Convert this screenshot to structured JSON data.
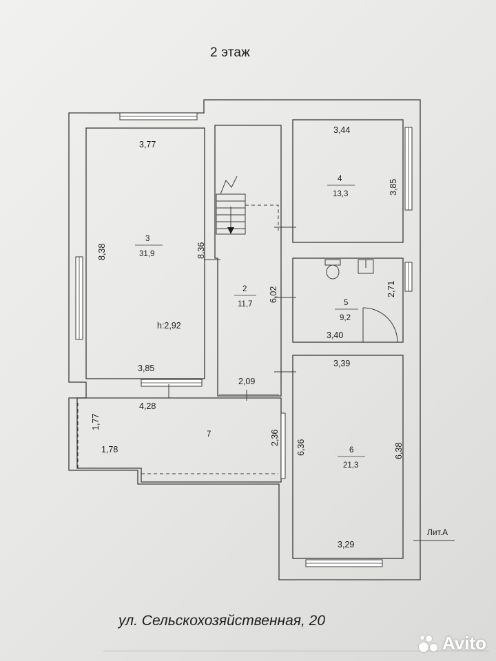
{
  "header": {
    "title": "2 этаж"
  },
  "footer": {
    "address": "ул. Сельскохозяйственная, 20",
    "lit": "Лит.А"
  },
  "rooms": [
    {
      "number": "2",
      "area": "11,7"
    },
    {
      "number": "3",
      "area": "31,9"
    },
    {
      "number": "4",
      "area": "13,3"
    },
    {
      "number": "5",
      "area": "9,2"
    },
    {
      "number": "6",
      "area": "21,3"
    },
    {
      "number": "7",
      "area": ""
    }
  ],
  "dimensions": {
    "room3_top": "3,77",
    "room3_left": "8,38",
    "room3_right": "8,36",
    "room3_bottom": "3,85",
    "room3_height": "h:2,92",
    "room3_outer": "4,28",
    "room4_top": "3,44",
    "room4_right": "3,85",
    "room2_right": "6,02",
    "room2_bottom": "2,09",
    "room5_right": "2,71",
    "room5_bottom": "3,40",
    "room6_top": "3,39",
    "room6_left": "6,36",
    "room6_right": "6,38",
    "room6_bottom": "3,29",
    "room7_left": "1,77",
    "room7_bottom": "1,78",
    "room7_right": "2,36"
  },
  "watermark": {
    "text": "Avito"
  }
}
